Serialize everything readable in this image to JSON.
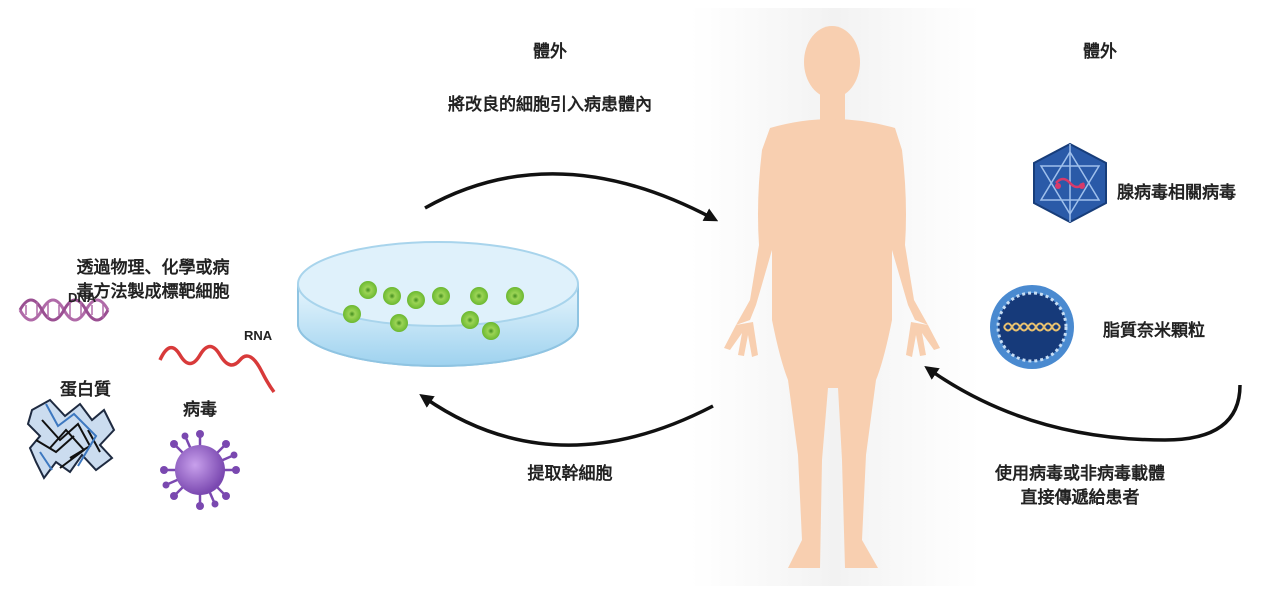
{
  "left_label": [
    "透過物理、化學或病",
    "毒方法製成標靶細胞"
  ],
  "molecules": {
    "dna": "DNA",
    "rna": "RNA",
    "protein": "蛋白質",
    "virus": "病毒"
  },
  "top_center": {
    "heading": "體外",
    "caption": "將改良的細胞引入病患體內"
  },
  "bottom_center": "提取幹細胞",
  "right": {
    "heading": "體外",
    "aav": "腺病毒相關病毒",
    "lipid": "脂質奈米顆粒",
    "delivery": [
      "使用病毒或非病毒載體",
      "直接傳遞給患者"
    ]
  },
  "colors": {
    "skin": "#f8cfb0",
    "dna": "#b06aa8",
    "rna": "#d83a3a",
    "virus": "#9060c0",
    "aav": "#2a5aa8",
    "lipid": "#4a8ad0",
    "cell": "#7cc23c"
  }
}
